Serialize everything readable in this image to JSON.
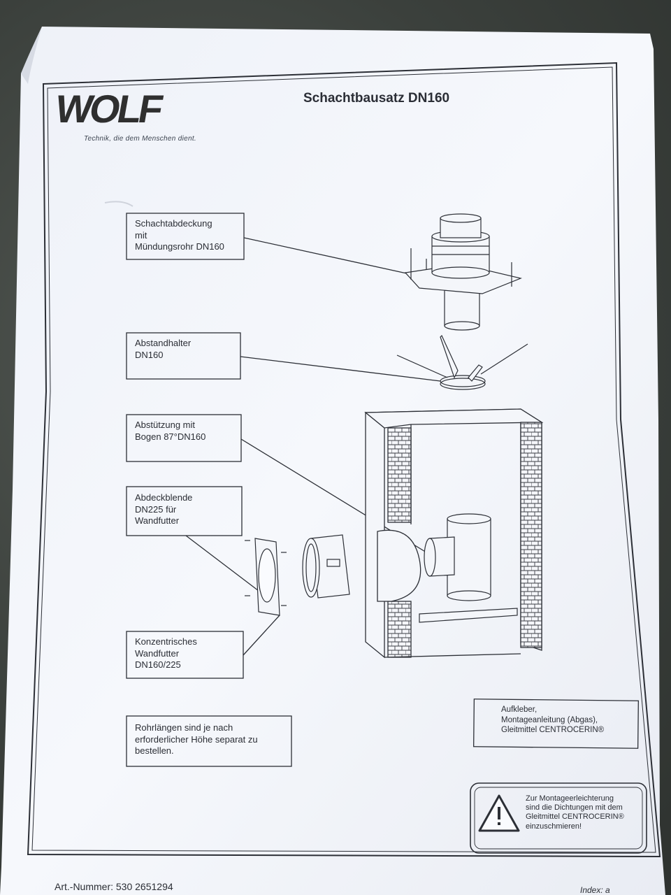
{
  "document": {
    "brand": "WOLF",
    "tagline": "Technik, die dem Menschen dient.",
    "title": "Schachtbausatz DN160"
  },
  "callouts": {
    "schachtabdeckung": "Schachtabdeckung\nmit\nMündungsrohr DN160",
    "abstandhalter": "Abstandhalter\nDN160",
    "abstuetzung": "Abstützung mit\nBogen 87°DN160",
    "abdeckblende": "Abdeckblende\nDN225 für\nWandfutter",
    "wandfutter": "Konzentrisches\nWandfutter\nDN160/225",
    "rohrlaengen": "Rohrlängen sind je nach\nerforderlicher Höhe separat zu\nbestellen.",
    "aufkleber": "Aufkleber,\nMontageanleitung (Abgas),\nGleitmittel CENTROCERIN®"
  },
  "warning": {
    "icon": "warning-triangle-icon",
    "text": "Zur Montageerleichterung\nsind die Dichtungen mit dem\nGleitmittel CENTROCERIN®\neinzuschmieren!"
  },
  "footer": {
    "art_nummer": "Art.-Nummer: 530 2651294",
    "index": "Index: a"
  },
  "colors": {
    "paper": "#f4f6fb",
    "ink": "#2a2d34",
    "background": "#3b403c"
  }
}
